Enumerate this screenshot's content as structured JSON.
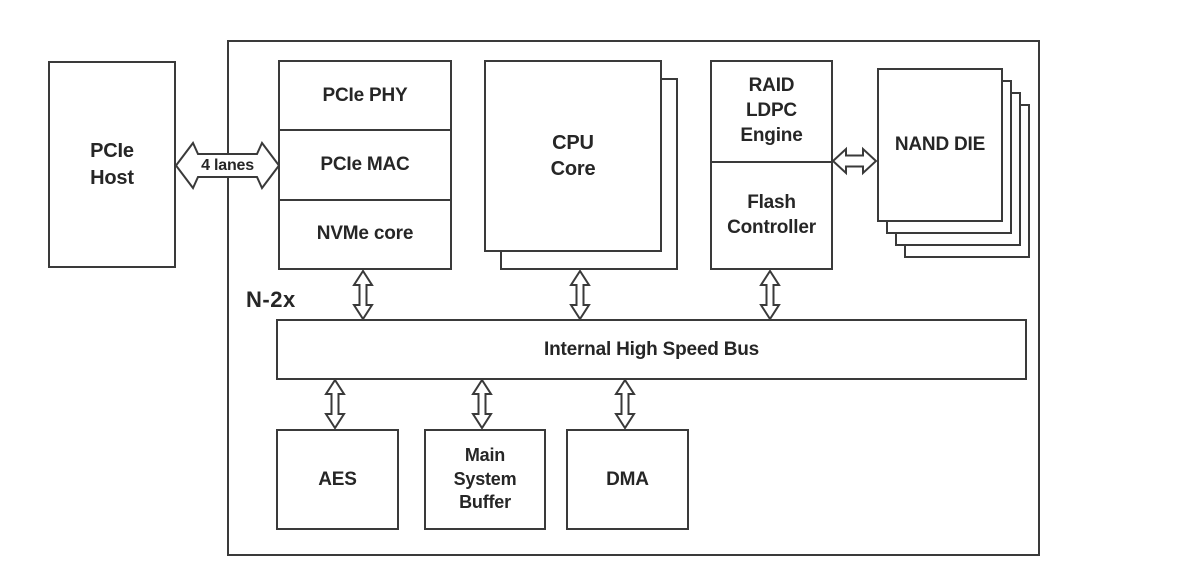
{
  "page": {
    "background_color": "#ffffff",
    "line_color": "#3a3a3a",
    "text_color": "#262626",
    "description": "SSD controller architecture block diagram"
  },
  "blocks": {
    "pcie_host": {
      "label": "PCIe\nHost"
    },
    "lane_arrow": {
      "label": "4 lanes"
    },
    "pcie_stack": {
      "rows": [
        "PCIe PHY",
        "PCIe MAC",
        "NVMe core"
      ]
    },
    "cpu": {
      "label": "CPU\nCore"
    },
    "raid": {
      "label": "RAID\nLDPC\nEngine"
    },
    "flash": {
      "label": "Flash\nController"
    },
    "nand": {
      "label": "NAND DIE"
    },
    "bus": {
      "label": "Internal High Speed Bus"
    },
    "n2x": {
      "label": "N-2x"
    },
    "aes": {
      "label": "AES"
    },
    "buffer": {
      "label": "Main\nSystem\nBuffer"
    },
    "dma": {
      "label": "DMA"
    }
  },
  "icons": {
    "lane_arrow": "horizontal-double-arrow-with-label",
    "flash_nand_link": "horizontal-double-arrow",
    "bus_links": "vertical-double-arrow"
  }
}
